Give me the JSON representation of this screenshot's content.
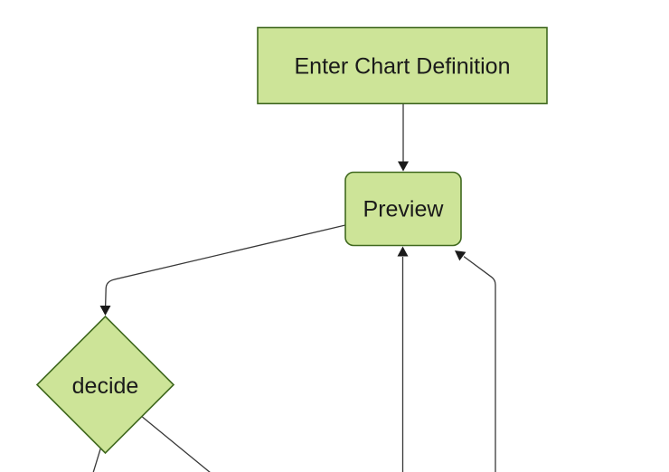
{
  "diagram": {
    "type": "flowchart-top-down",
    "colors": {
      "background": "#ffffff",
      "node_fill": "#cde498",
      "node_border": "#40691f",
      "edge": "#383838",
      "arrowhead": "#1a1a1a",
      "text": "#1a1a1a"
    },
    "nodes": [
      {
        "id": "enter-chart-definition",
        "label": "Enter Chart Definition",
        "shape": "rectangle"
      },
      {
        "id": "preview",
        "label": "Preview",
        "shape": "rounded-rectangle"
      },
      {
        "id": "decide",
        "label": "decide",
        "shape": "diamond"
      }
    ],
    "edges": [
      {
        "from": "enter-chart-definition",
        "to": "preview",
        "arrowhead": true
      },
      {
        "from": "preview",
        "to": "decide",
        "arrowhead": true
      },
      {
        "from": "decide",
        "to": "offscreen-bottom-left",
        "arrowhead": false
      },
      {
        "from": "decide",
        "to": "offscreen-bottom-right",
        "arrowhead": false
      },
      {
        "from": "offscreen-bottom",
        "to": "preview",
        "arrowhead": true
      },
      {
        "from": "offscreen-bottom-far-right",
        "to": "preview",
        "arrowhead": true
      }
    ]
  }
}
